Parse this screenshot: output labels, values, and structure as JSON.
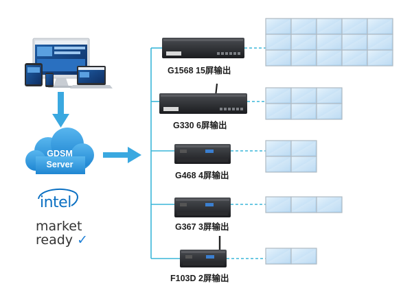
{
  "server": {
    "line1": "GDSM",
    "line2": "Server"
  },
  "intel_badge": {
    "brand": "intel",
    "line1": "market",
    "line2": "ready",
    "check": "✓"
  },
  "colors": {
    "arrow": "#3aa8e0",
    "connector": "#38b6d8",
    "cloud": "#2f9be0",
    "screen_frame": "#aeb9c2",
    "screen_fill": "#cfe6f8"
  },
  "devices": [
    {
      "label": "G1568 15屏输出",
      "model": "G1568",
      "screens": 15,
      "grid": [
        5,
        3
      ]
    },
    {
      "label": "G330 6屏输出",
      "model": "G330",
      "screens": 6,
      "grid": [
        3,
        2
      ]
    },
    {
      "label": "G468 4屏输出",
      "model": "G468",
      "screens": 4,
      "grid": [
        2,
        2
      ]
    },
    {
      "label": "G367 3屏输出",
      "model": "G367",
      "screens": 3,
      "grid": [
        3,
        1
      ]
    },
    {
      "label": "F103D 2屏输出",
      "model": "F103D",
      "screens": 2,
      "grid": [
        2,
        1
      ]
    }
  ]
}
